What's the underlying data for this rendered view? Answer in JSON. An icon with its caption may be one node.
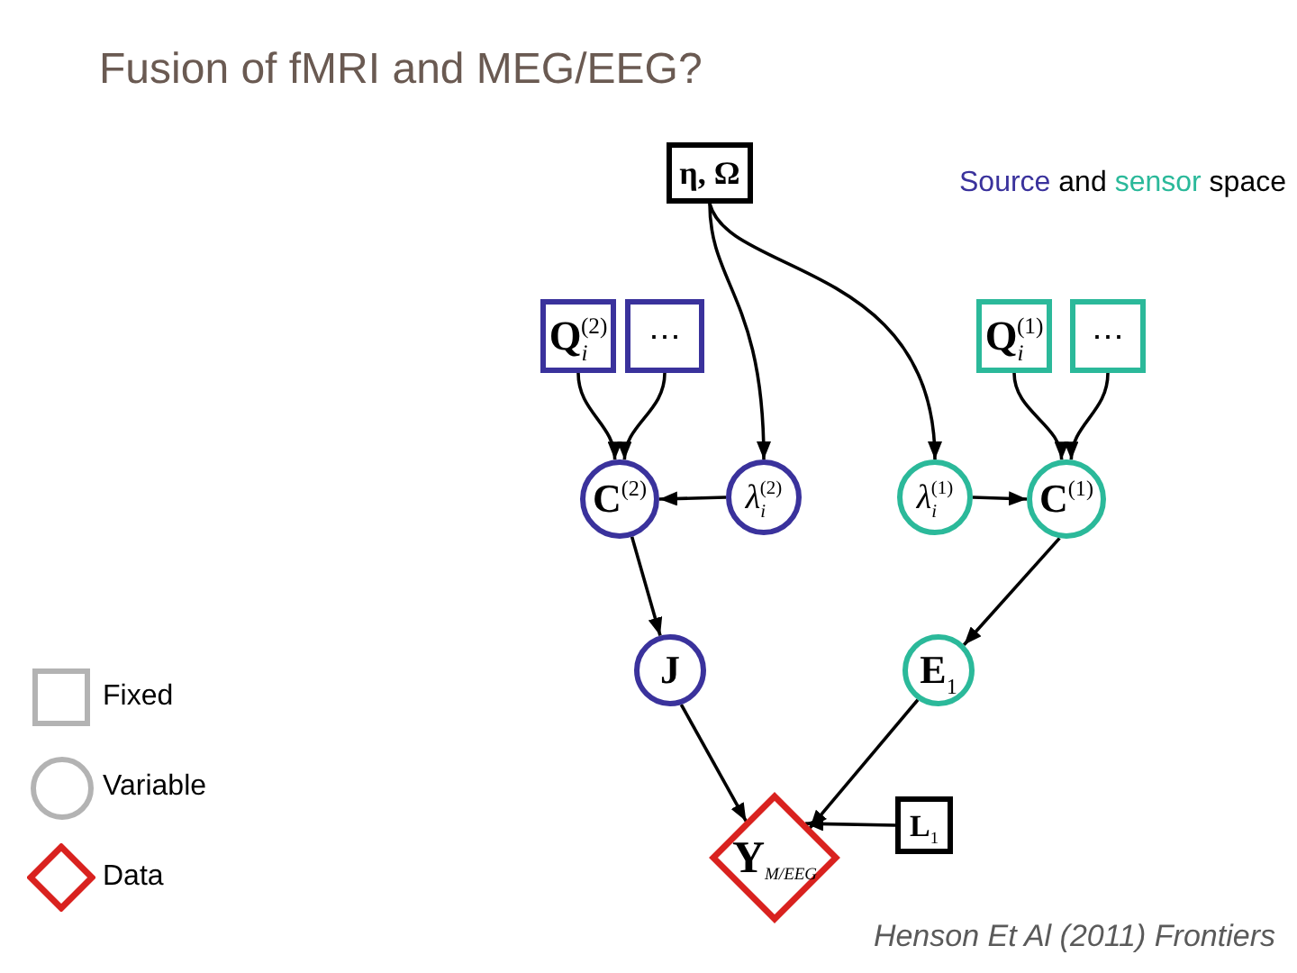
{
  "diagram": {
    "title": "Fusion of fMRI and MEG/EEG?",
    "nodes": [
      {
        "text": [
          "η, Ω"
        ]
      },
      {
        "text": [
          "**Q**$_{i}$$^{(2)}$"
        ]
      },
      {
        "text": [
          "⋯"
        ]
      },
      {
        "text": [
          "**Q**$_{i}$$^{(1)}$"
        ]
      },
      {
        "text": [
          "⋯"
        ]
      },
      {
        "text": [
          "**C**$^{(2)}$"
        ]
      },
      {
        "text": [
          "*λ*$_{i}$$^{(2)}$"
        ]
      },
      {
        "text": [
          "*λ*$_{i}$$^{(1)}$"
        ]
      },
      {
        "text": [
          "**C**$^{(1)}$"
        ]
      },
      {
        "text": [
          "J"
        ]
      },
      {
        "text": [
          "**E**$_{1}$"
        ]
      },
      {
        "text": [
          "**Y**$_{M/EEG}$"
        ]
      },
      {
        "text": [
          "**L**$_{1}$"
        ]
      }
    ],
    "edges": [
      {
        "from": 1,
        "to": 5,
        "arrow": "to"
      },
      {
        "from": 2,
        "to": 5,
        "arrow": "to"
      },
      {
        "from": 0,
        "to": 6,
        "arrow": "to"
      },
      {
        "from": 0,
        "to": 7,
        "arrow": "to"
      },
      {
        "from": 3,
        "to": 8,
        "arrow": "to"
      },
      {
        "from": 4,
        "to": 8,
        "arrow": "to"
      },
      {
        "from": 6,
        "to": 5,
        "arrow": "to"
      },
      {
        "from": 7,
        "to": 8,
        "arrow": "to"
      },
      {
        "from": 5,
        "to": 9,
        "arrow": "to"
      },
      {
        "from": 8,
        "to": 10,
        "arrow": "to"
      },
      {
        "from": 9,
        "to": 11,
        "arrow": "to"
      },
      {
        "from": 10,
        "to": 11,
        "arrow": "to"
      },
      {
        "from": 12,
        "to": 11,
        "arrow": "to"
      }
    ],
    "labels": [
      "Source and sensor space",
      "Henson Et Al (2011) Frontiers"
    ],
    "legend": [
      {
        "text": "Fixed"
      },
      {
        "text": "Variable"
      },
      {
        "text": "Data"
      }
    ]
  }
}
